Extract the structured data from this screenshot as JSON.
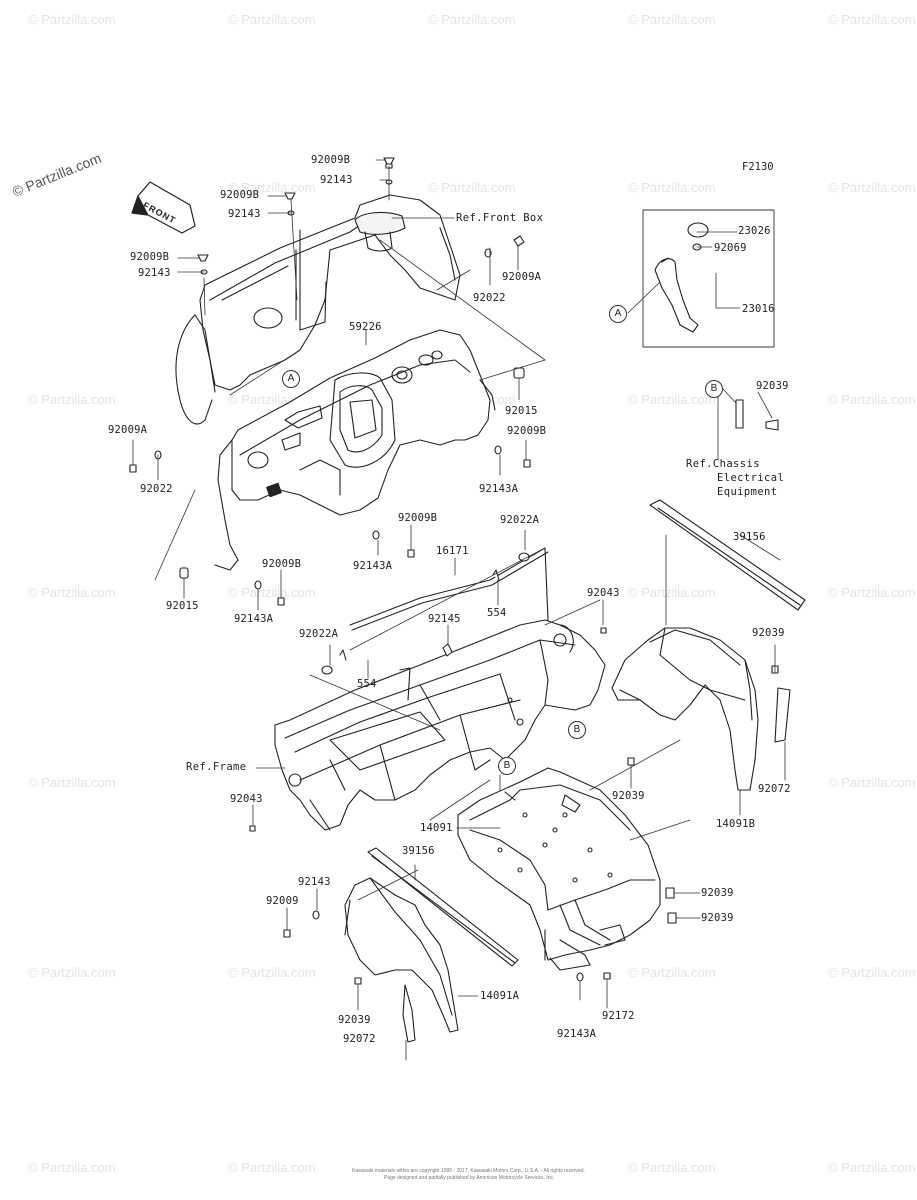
{
  "figure_code": "F2130",
  "watermark": "© Partzilla.com",
  "front_label": "FRONT",
  "callouts": {
    "a": "A",
    "b": "B"
  },
  "refs": {
    "front_box": "Ref.Front Box",
    "chassis_line1": "Ref.Chassis",
    "chassis_line2": "Electrical",
    "chassis_line3": "Equipment",
    "frame": "Ref.Frame"
  },
  "parts": {
    "p01": "92009B",
    "p02": "92143",
    "p03": "92009B",
    "p04": "92143",
    "p05": "92009B",
    "p06": "92143",
    "p07": "23026",
    "p08": "92069",
    "p09": "23016",
    "p10": "92022",
    "p11": "92009A",
    "p12": "59226",
    "p13": "92015",
    "p14": "92009B",
    "p15": "92143A",
    "p16": "92039",
    "p17": "92009A",
    "p18": "92022",
    "p19": "92009B",
    "p20": "92143A",
    "p21": "92022A",
    "p22": "16171",
    "p23": "92009B",
    "p24": "92015",
    "p25": "92143A",
    "p26": "554",
    "p27": "92043",
    "p28": "39156",
    "p29": "92145",
    "p30": "92022A",
    "p31": "554",
    "p32": "92039",
    "p33": "92043",
    "p34": "92039",
    "p35": "92072",
    "p36": "14091",
    "p37": "14091B",
    "p38": "39156",
    "p39": "92143",
    "p40": "92009",
    "p41": "92039",
    "p42": "92039",
    "p43": "14091A",
    "p44": "92039",
    "p45": "92072",
    "p46": "92172",
    "p47": "92143A"
  },
  "copyright_line1": "Kawasaki materials within are copyright 1995 - 2017, Kawasaki Motors Corp., U.S.A. - All rights reserved.",
  "copyright_line2": "Page designed and partially published by American Motorcycle Services, Inc."
}
